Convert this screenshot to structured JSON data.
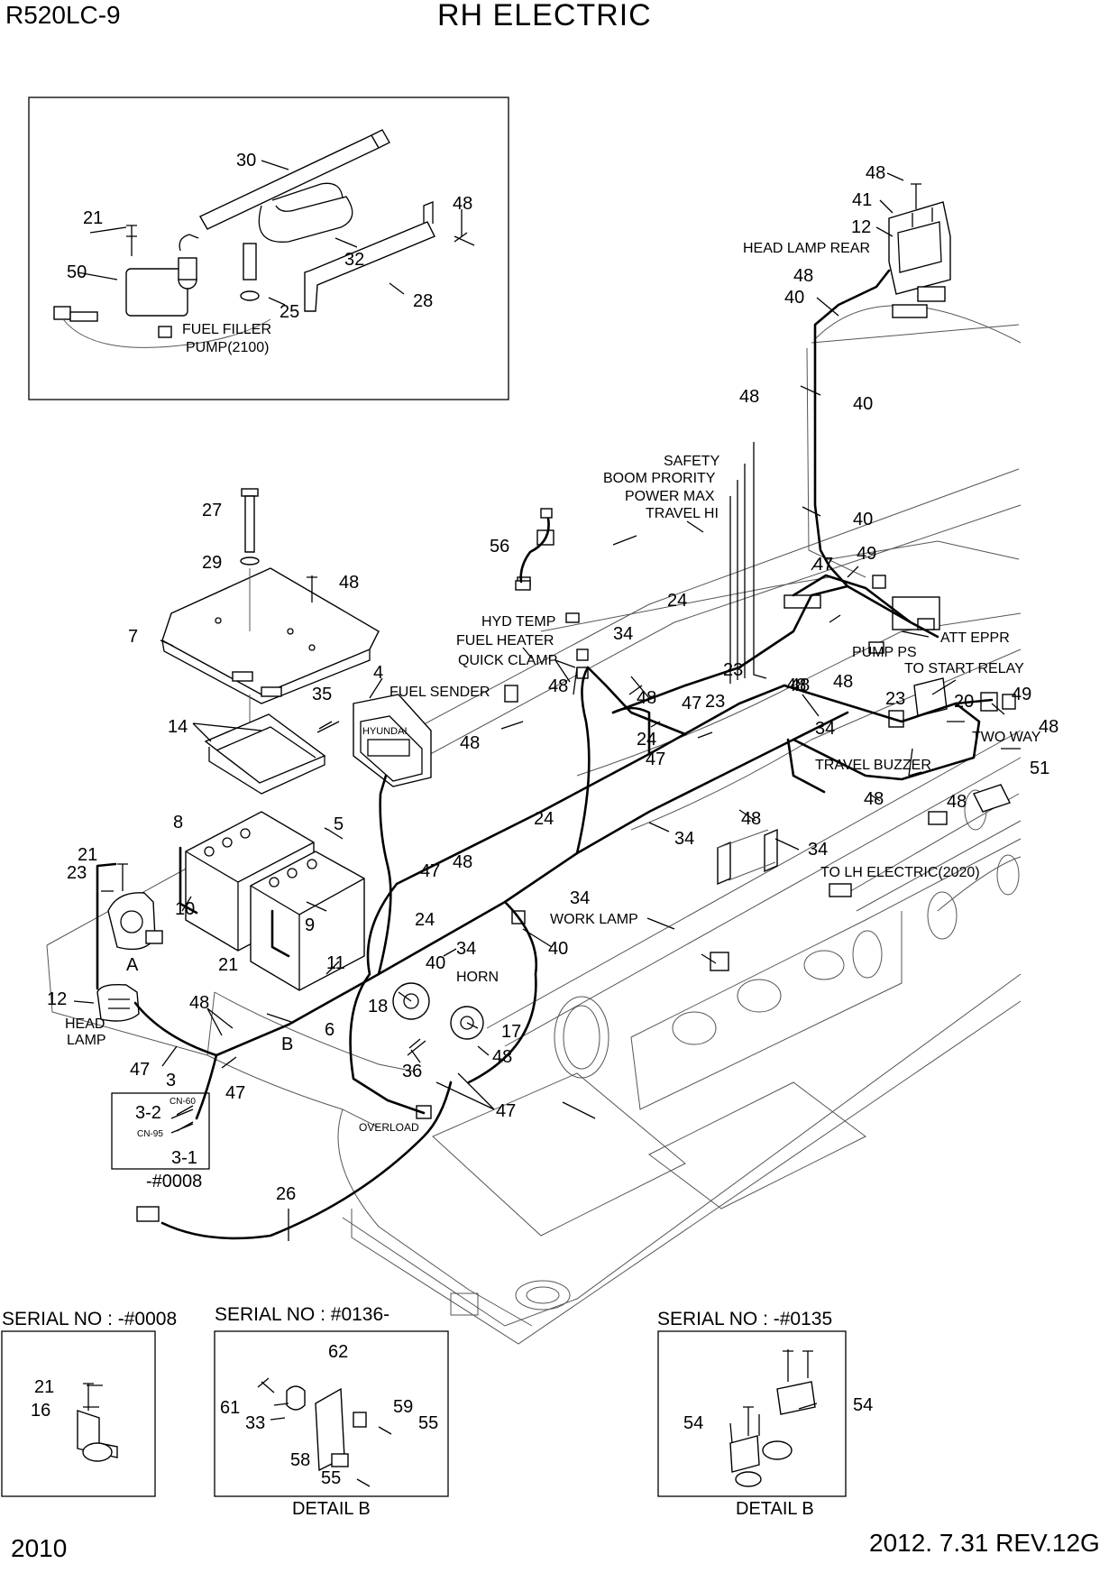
{
  "header": {
    "model": "R520LC-9",
    "title": "RH ELECTRIC"
  },
  "footer": {
    "page_number": "2010",
    "revision": "2012. 7.31  REV.12G"
  },
  "inset": {
    "note": [
      "FUEL FILLER",
      "PUMP(2100)"
    ],
    "callouts": [
      "30",
      "21",
      "48",
      "32",
      "50",
      "25",
      "28"
    ]
  },
  "annotations": {
    "head_lamp_rear": "HEAD LAMP REAR",
    "safety": "SAFETY",
    "boom_prority": "BOOM PRORITY",
    "power_max": "POWER MAX",
    "travel_hi": "TRAVEL HI",
    "hyd_temp": "HYD TEMP",
    "fuel_heater": "FUEL HEATER",
    "quick_clamp": "QUICK CLAMP",
    "fuel_sender": "FUEL SENDER",
    "pump_ps": "PUMP PS",
    "att_eppr": "ATT EPPR",
    "to_start_relay": "TO START RELAY",
    "two_way": "TWO WAY",
    "travel_buzzer": "TRAVEL BUZZER",
    "to_lh_electric": "TO LH ELECTRIC(2020)",
    "work_lamp": "WORK LAMP",
    "horn": "HORN",
    "head_lamp": [
      "HEAD",
      "LAMP"
    ],
    "overload": "OVERLOAD",
    "brand": "HYUNDAI",
    "cn60": "CN-60",
    "cn95": "CN-95",
    "serial_tag": "-#0008",
    "view_a": "A",
    "view_b": "B"
  },
  "callouts": [
    "48",
    "41",
    "12",
    "48",
    "40",
    "48",
    "40",
    "40",
    "56",
    "27",
    "29",
    "48",
    "7",
    "4",
    "35",
    "14",
    "8",
    "5",
    "21",
    "23",
    "10",
    "9",
    "11",
    "21",
    "12",
    "48",
    "47",
    "3",
    "47",
    "3-2",
    "3-1",
    "6",
    "18",
    "17",
    "36",
    "48",
    "47",
    "26",
    "24",
    "34",
    "24",
    "40",
    "34",
    "40",
    "47",
    "48",
    "24",
    "34",
    "48",
    "47",
    "48",
    "47",
    "24",
    "34",
    "48",
    "23",
    "23",
    "23",
    "48",
    "47",
    "48",
    "49",
    "48",
    "20",
    "49",
    "48",
    "51",
    "48",
    "48",
    "34",
    "48",
    "34"
  ],
  "details": [
    {
      "serial": "SERIAL NO : -#0008",
      "caption": "",
      "callouts": [
        "21",
        "16"
      ]
    },
    {
      "serial": "SERIAL NO : #0136-",
      "caption": "DETAIL B",
      "callouts": [
        "62",
        "61",
        "33",
        "59",
        "55",
        "58",
        "55"
      ]
    },
    {
      "serial": "SERIAL NO : -#0135",
      "caption": "DETAIL B",
      "callouts": [
        "54",
        "54"
      ]
    }
  ]
}
